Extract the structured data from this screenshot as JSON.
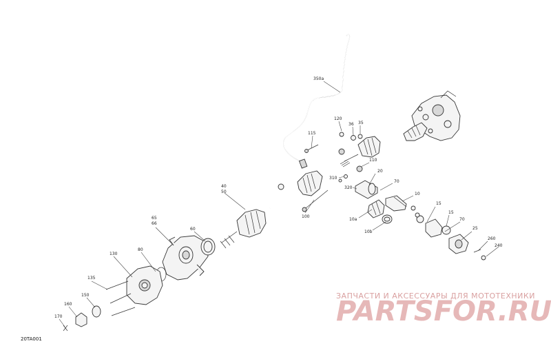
{
  "diagram": {
    "reference": "20TA001",
    "callouts": [
      "350a",
      "120",
      "36",
      "35",
      "115",
      "110",
      "20",
      "310",
      "320",
      "70",
      "10",
      "40",
      "50",
      "100",
      "10a",
      "10b",
      "15",
      "15",
      "70",
      "25",
      "260",
      "240",
      "65",
      "66",
      "60",
      "80",
      "130",
      "135",
      "150",
      "160",
      "170"
    ]
  },
  "watermark": {
    "subtitle": "ЗАПЧАСТИ И АКСЕССУАРЫ ДЛЯ МОТОТЕХНИКИ",
    "brand": "PARTSFOR.RU"
  }
}
